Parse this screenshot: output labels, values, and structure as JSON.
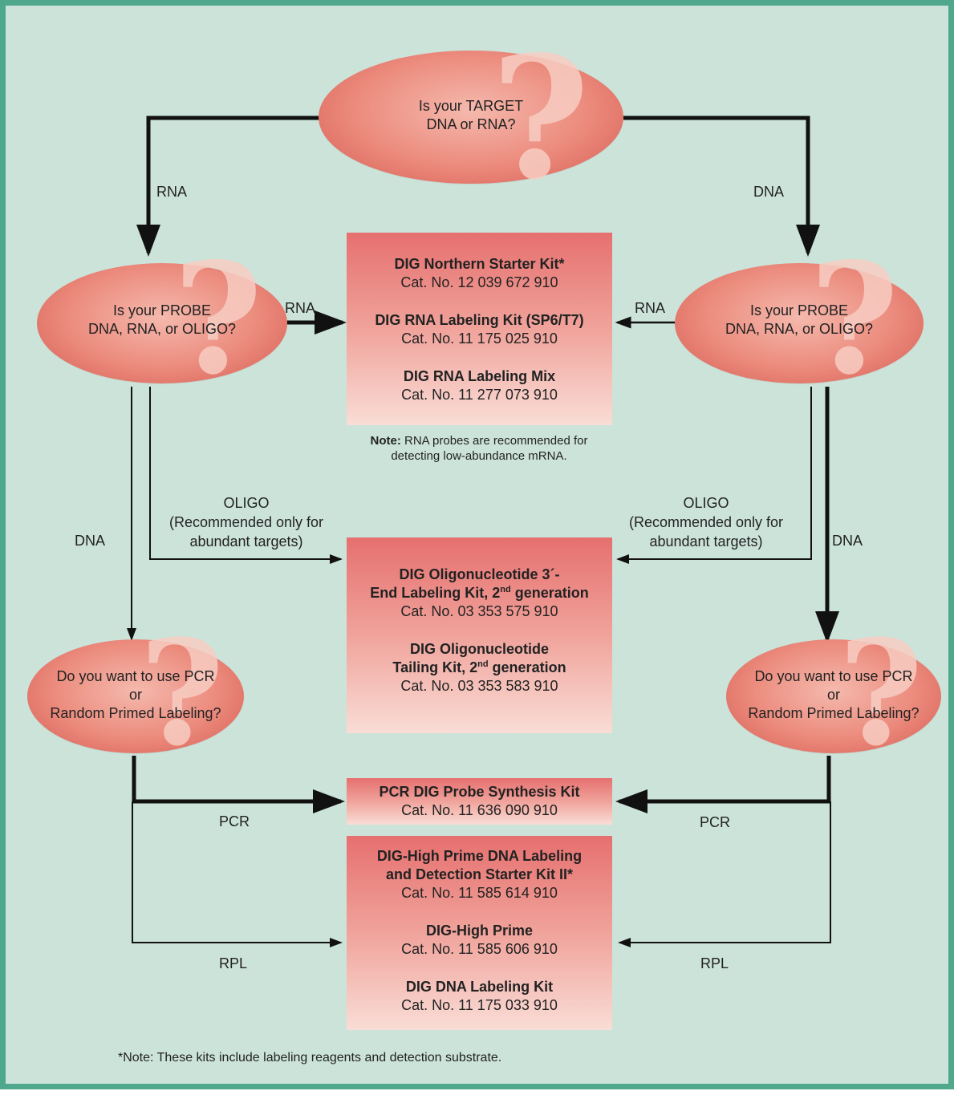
{
  "target_question": {
    "line1": "Is your TARGET",
    "line2": "DNA or RNA?"
  },
  "probe_question_left": {
    "line1": "Is your PROBE",
    "line2": "DNA, RNA, or OLIGO?"
  },
  "probe_question_right": {
    "line1": "Is your PROBE",
    "line2": "DNA, RNA, or OLIGO?"
  },
  "pcr_question_left": {
    "line1": "Do you want to use PCR",
    "line2": "or",
    "line3": "Random Primed Labeling?"
  },
  "pcr_question_right": {
    "line1": "Do you want to use PCR",
    "line2": "or",
    "line3": "Random Primed Labeling?"
  },
  "question_mark": "?",
  "labels": {
    "rna_left": "RNA",
    "dna_right": "DNA",
    "rna_probe_left": "RNA",
    "rna_probe_right": "RNA",
    "oligo": "OLIGO",
    "oligo_note_1": "(Recommended only for",
    "oligo_note_2": "abundant targets)",
    "dna_left": "DNA",
    "dna_right_probe": "DNA",
    "pcr": "PCR",
    "rpl": "RPL"
  },
  "rna_box": {
    "kit1": "DIG Northern Starter Kit*",
    "cat1": "Cat. No. 12 039 672 910",
    "kit2": "DIG RNA Labeling Kit (SP6/T7)",
    "cat2": "Cat. No. 11 175 025 910",
    "kit3": "DIG RNA Labeling Mix",
    "cat3": "Cat. No. 11 277 073 910"
  },
  "rna_note": {
    "bold": "Note:",
    "text1": " RNA probes are recommended for",
    "text2": "detecting low-abundance mRNA."
  },
  "oligo_box": {
    "kit1_a": "DIG Oligonucleotide 3´-",
    "kit1_b": "End Labeling Kit, 2",
    "kit1_sup": "nd",
    "kit1_c": " generation",
    "cat1": "Cat. No. 03 353 575 910",
    "kit2_a": "DIG Oligonucleotide",
    "kit2_b": "Tailing Kit, 2",
    "kit2_sup": "nd",
    "kit2_c": " generation",
    "cat2": "Cat. No. 03 353 583 910"
  },
  "pcr_box": {
    "kit": "PCR DIG Probe Synthesis Kit",
    "cat": "Cat. No. 11 636 090 910"
  },
  "rpl_box": {
    "kit1_a": "DIG-High Prime DNA Labeling",
    "kit1_b": "and Detection Starter Kit II*",
    "cat1": "Cat. No. 11 585 614 910",
    "kit2": "DIG-High Prime",
    "cat2": "Cat. No. 11 585 606 910",
    "kit3": "DIG DNA Labeling Kit",
    "cat3": "Cat. No. 11 175 033 910"
  },
  "footnote": "*Note: These kits include labeling reagents and detection substrate.",
  "colors": {
    "border": "#4fa78c",
    "background": "#cce3da",
    "ellipse": "#eb8a7c",
    "box_top": "#e6706f",
    "box_bottom": "#f9ddd6"
  }
}
